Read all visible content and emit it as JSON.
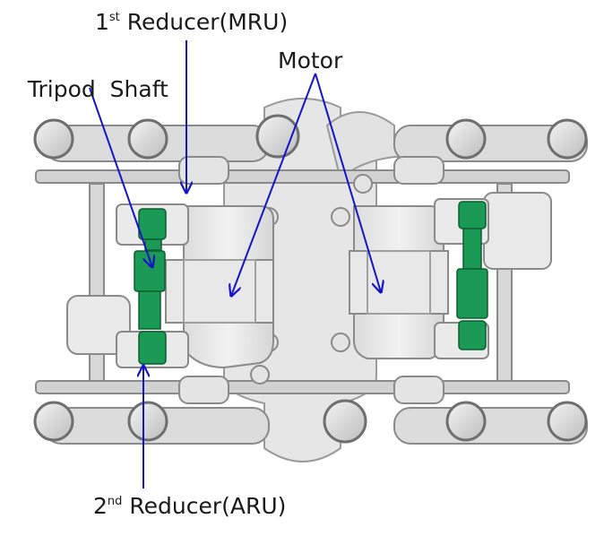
{
  "labels": {
    "mru": {
      "ordinal": "1",
      "suffix": "st",
      "text": "Reducer(MRU)"
    },
    "tripod": {
      "text": "Tripod  Shaft"
    },
    "motor": {
      "text": "Motor"
    },
    "aru": {
      "ordinal": "2",
      "suffix": "nd",
      "text": "Reducer(ARU)"
    }
  },
  "colors": {
    "arrow": "#1414c8",
    "shaft_green": "#1a9a55",
    "body_fill": "#e8e8e8",
    "outline": "#9a9a9a"
  }
}
